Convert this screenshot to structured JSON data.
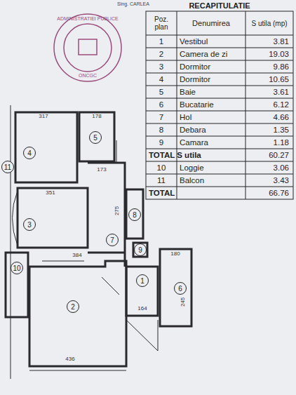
{
  "diagram": {
    "title": "RECAPITULATIE",
    "nodes": [
      {
        "text": [
          "11"
        ]
      },
      {
        "text": [
          "4"
        ]
      },
      {
        "text": [
          "5"
        ]
      },
      {
        "text": [
          "3"
        ]
      },
      {
        "text": [
          "8"
        ]
      },
      {
        "text": [
          "7"
        ]
      },
      {
        "text": [
          "9"
        ]
      },
      {
        "text": [
          "10"
        ]
      },
      {
        "text": [
          "2"
        ]
      },
      {
        "text": [
          "1"
        ]
      },
      {
        "text": [
          "6"
        ]
      }
    ],
    "labels": [
      "Poz. plan",
      "Denumirea",
      "S utila (mp)",
      "1",
      "Vestibul",
      "3.81",
      "2",
      "Camera de zi",
      "19.03",
      "3",
      "Dormitor",
      "9.86",
      "4",
      "Dormitor",
      "10.65",
      "5",
      "Baie",
      "3.61",
      "6",
      "Bucatarie",
      "6.12",
      "7",
      "Hol",
      "4.66",
      "8",
      "Debara",
      "1.35",
      "9",
      "Camara",
      "1.18",
      "TOTAL S utila",
      "60.27",
      "10",
      "Loggie",
      "3.06",
      "11",
      "Balcon",
      "3.43",
      "TOTAL",
      "66.76",
      "Sing. CARLEA",
      "ADMINISTRATIEI PUBLICE",
      "ONCGC",
      "317",
      "178",
      "173",
      "351",
      "275",
      "384",
      "436",
      "164",
      "180",
      "245"
    ]
  }
}
